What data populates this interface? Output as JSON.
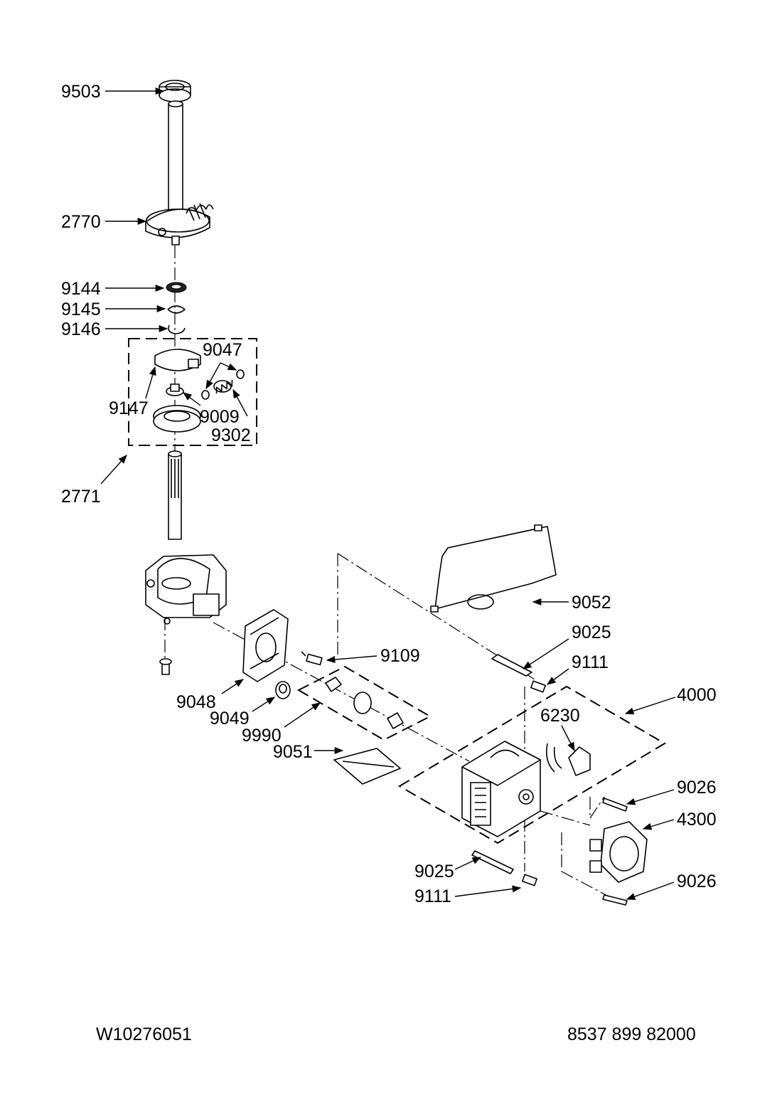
{
  "diagram": {
    "labels": [
      {
        "id": "l9503",
        "text": "9503"
      },
      {
        "id": "l2770",
        "text": "2770"
      },
      {
        "id": "l9144",
        "text": "9144"
      },
      {
        "id": "l9145",
        "text": "9145"
      },
      {
        "id": "l9146",
        "text": "9146"
      },
      {
        "id": "l9047",
        "text": "9047"
      },
      {
        "id": "l9147",
        "text": "9147"
      },
      {
        "id": "l9009",
        "text": "9009"
      },
      {
        "id": "l9302",
        "text": "9302"
      },
      {
        "id": "l2771",
        "text": "2771"
      },
      {
        "id": "l9052",
        "text": "9052"
      },
      {
        "id": "l9025a",
        "text": "9025"
      },
      {
        "id": "l9109",
        "text": "9109"
      },
      {
        "id": "l9111a",
        "text": "9111"
      },
      {
        "id": "l4000",
        "text": "4000"
      },
      {
        "id": "l6230",
        "text": "6230"
      },
      {
        "id": "l9048",
        "text": "9048"
      },
      {
        "id": "l9049",
        "text": "9049"
      },
      {
        "id": "l9990",
        "text": "9990"
      },
      {
        "id": "l9051",
        "text": "9051"
      },
      {
        "id": "l9026a",
        "text": "9026"
      },
      {
        "id": "l4300",
        "text": "4300"
      },
      {
        "id": "l9025b",
        "text": "9025"
      },
      {
        "id": "l9111b",
        "text": "9111"
      },
      {
        "id": "l9026b",
        "text": "9026"
      }
    ],
    "footer": {
      "left": "W10276051",
      "right": "8537 899 82000"
    }
  }
}
